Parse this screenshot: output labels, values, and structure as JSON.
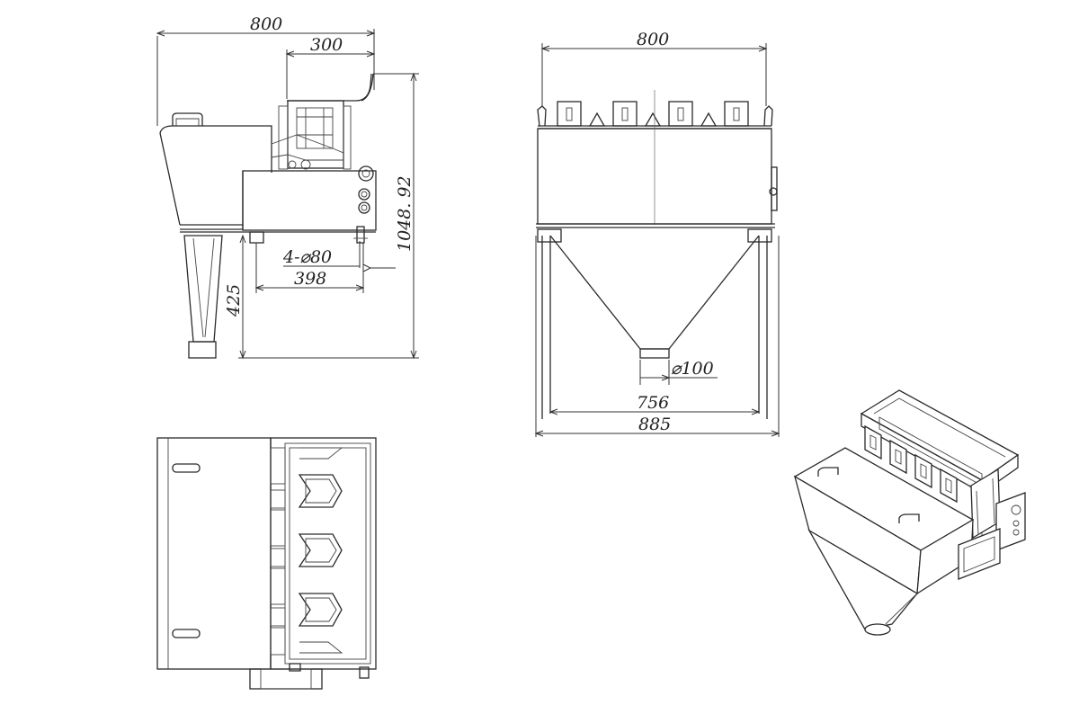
{
  "drawing": {
    "side_view": {
      "width_label": "800",
      "hopper_width_label": "300",
      "height_label": "1048. 92",
      "feet_label": "4-⌀80",
      "feet_span_label": "398",
      "outlet_height_label": "425"
    },
    "front_view": {
      "top_width_label": "800",
      "outlet_diameter_label": "⌀100",
      "frame_width_label": "756",
      "overall_width_label": "885"
    },
    "top_view": {},
    "iso_view": {}
  },
  "colors": {
    "line": "#2a2a2a",
    "background": "#ffffff"
  }
}
